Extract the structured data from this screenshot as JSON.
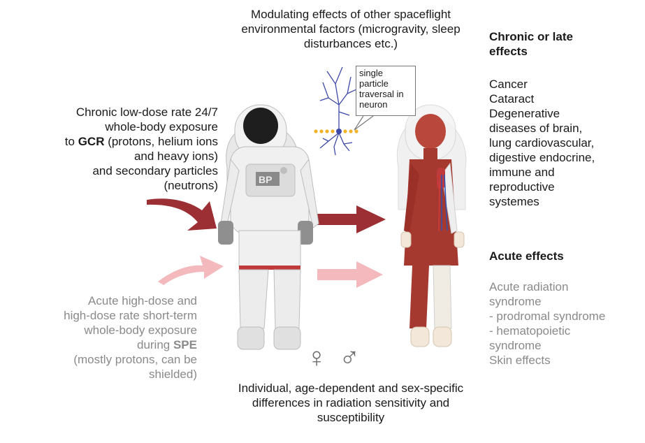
{
  "top_note": {
    "lines": [
      "Modulating effects of other spaceflight",
      "environmental factors (microgravity, sleep",
      "disturbances etc.)"
    ]
  },
  "neuron_label": {
    "lines": [
      "single",
      "particle",
      "traversal in",
      "neuron"
    ]
  },
  "gcr_exposure": {
    "line1": "Chronic low-dose rate 24/7",
    "line2": "whole-body exposure",
    "line3_prefix": "to ",
    "line3_bold": "GCR",
    "line3_suffix": " (protons, helium ions",
    "line4": "and heavy ions)",
    "line5": "and secondary particles",
    "line6": "(neutrons)"
  },
  "spe_exposure": {
    "line1": "Acute high-dose and",
    "line2": "high-dose rate short-term",
    "line3": "whole-body exposure",
    "line4_prefix": "during ",
    "line4_bold": "SPE",
    "line5": "(mostly protons, can be",
    "line6": "shielded)"
  },
  "chronic_effects": {
    "title_lines": [
      "Chronic or late",
      "effects"
    ],
    "items": [
      "Cancer",
      "Cataract",
      "Degenerative",
      "diseases of brain,",
      "lung cardiovascular,",
      "digestive endocrine,",
      "immune and",
      "reproductive",
      "systemes"
    ]
  },
  "acute_effects": {
    "title": "Acute effects",
    "items": [
      "Acute radiation",
      "syndrome",
      "- prodromal syndrome",
      "- hematopoietic",
      "syndrome",
      "Skin effects"
    ]
  },
  "sex_symbols": {
    "female": "♀",
    "male": "♂"
  },
  "bottom_note": {
    "lines": [
      "Individual, age-dependent and sex-specific",
      "differences in radiation sensitivity and",
      "susceptibility"
    ]
  },
  "astronaut_badge": "BP",
  "colors": {
    "gcr_arrow": "#9b2f33",
    "spe_arrow": "#f3b9bc",
    "neuron": "#3d49a8",
    "particles": "#f0b429",
    "muscle": "#a5382f",
    "suit": "#ececec"
  }
}
